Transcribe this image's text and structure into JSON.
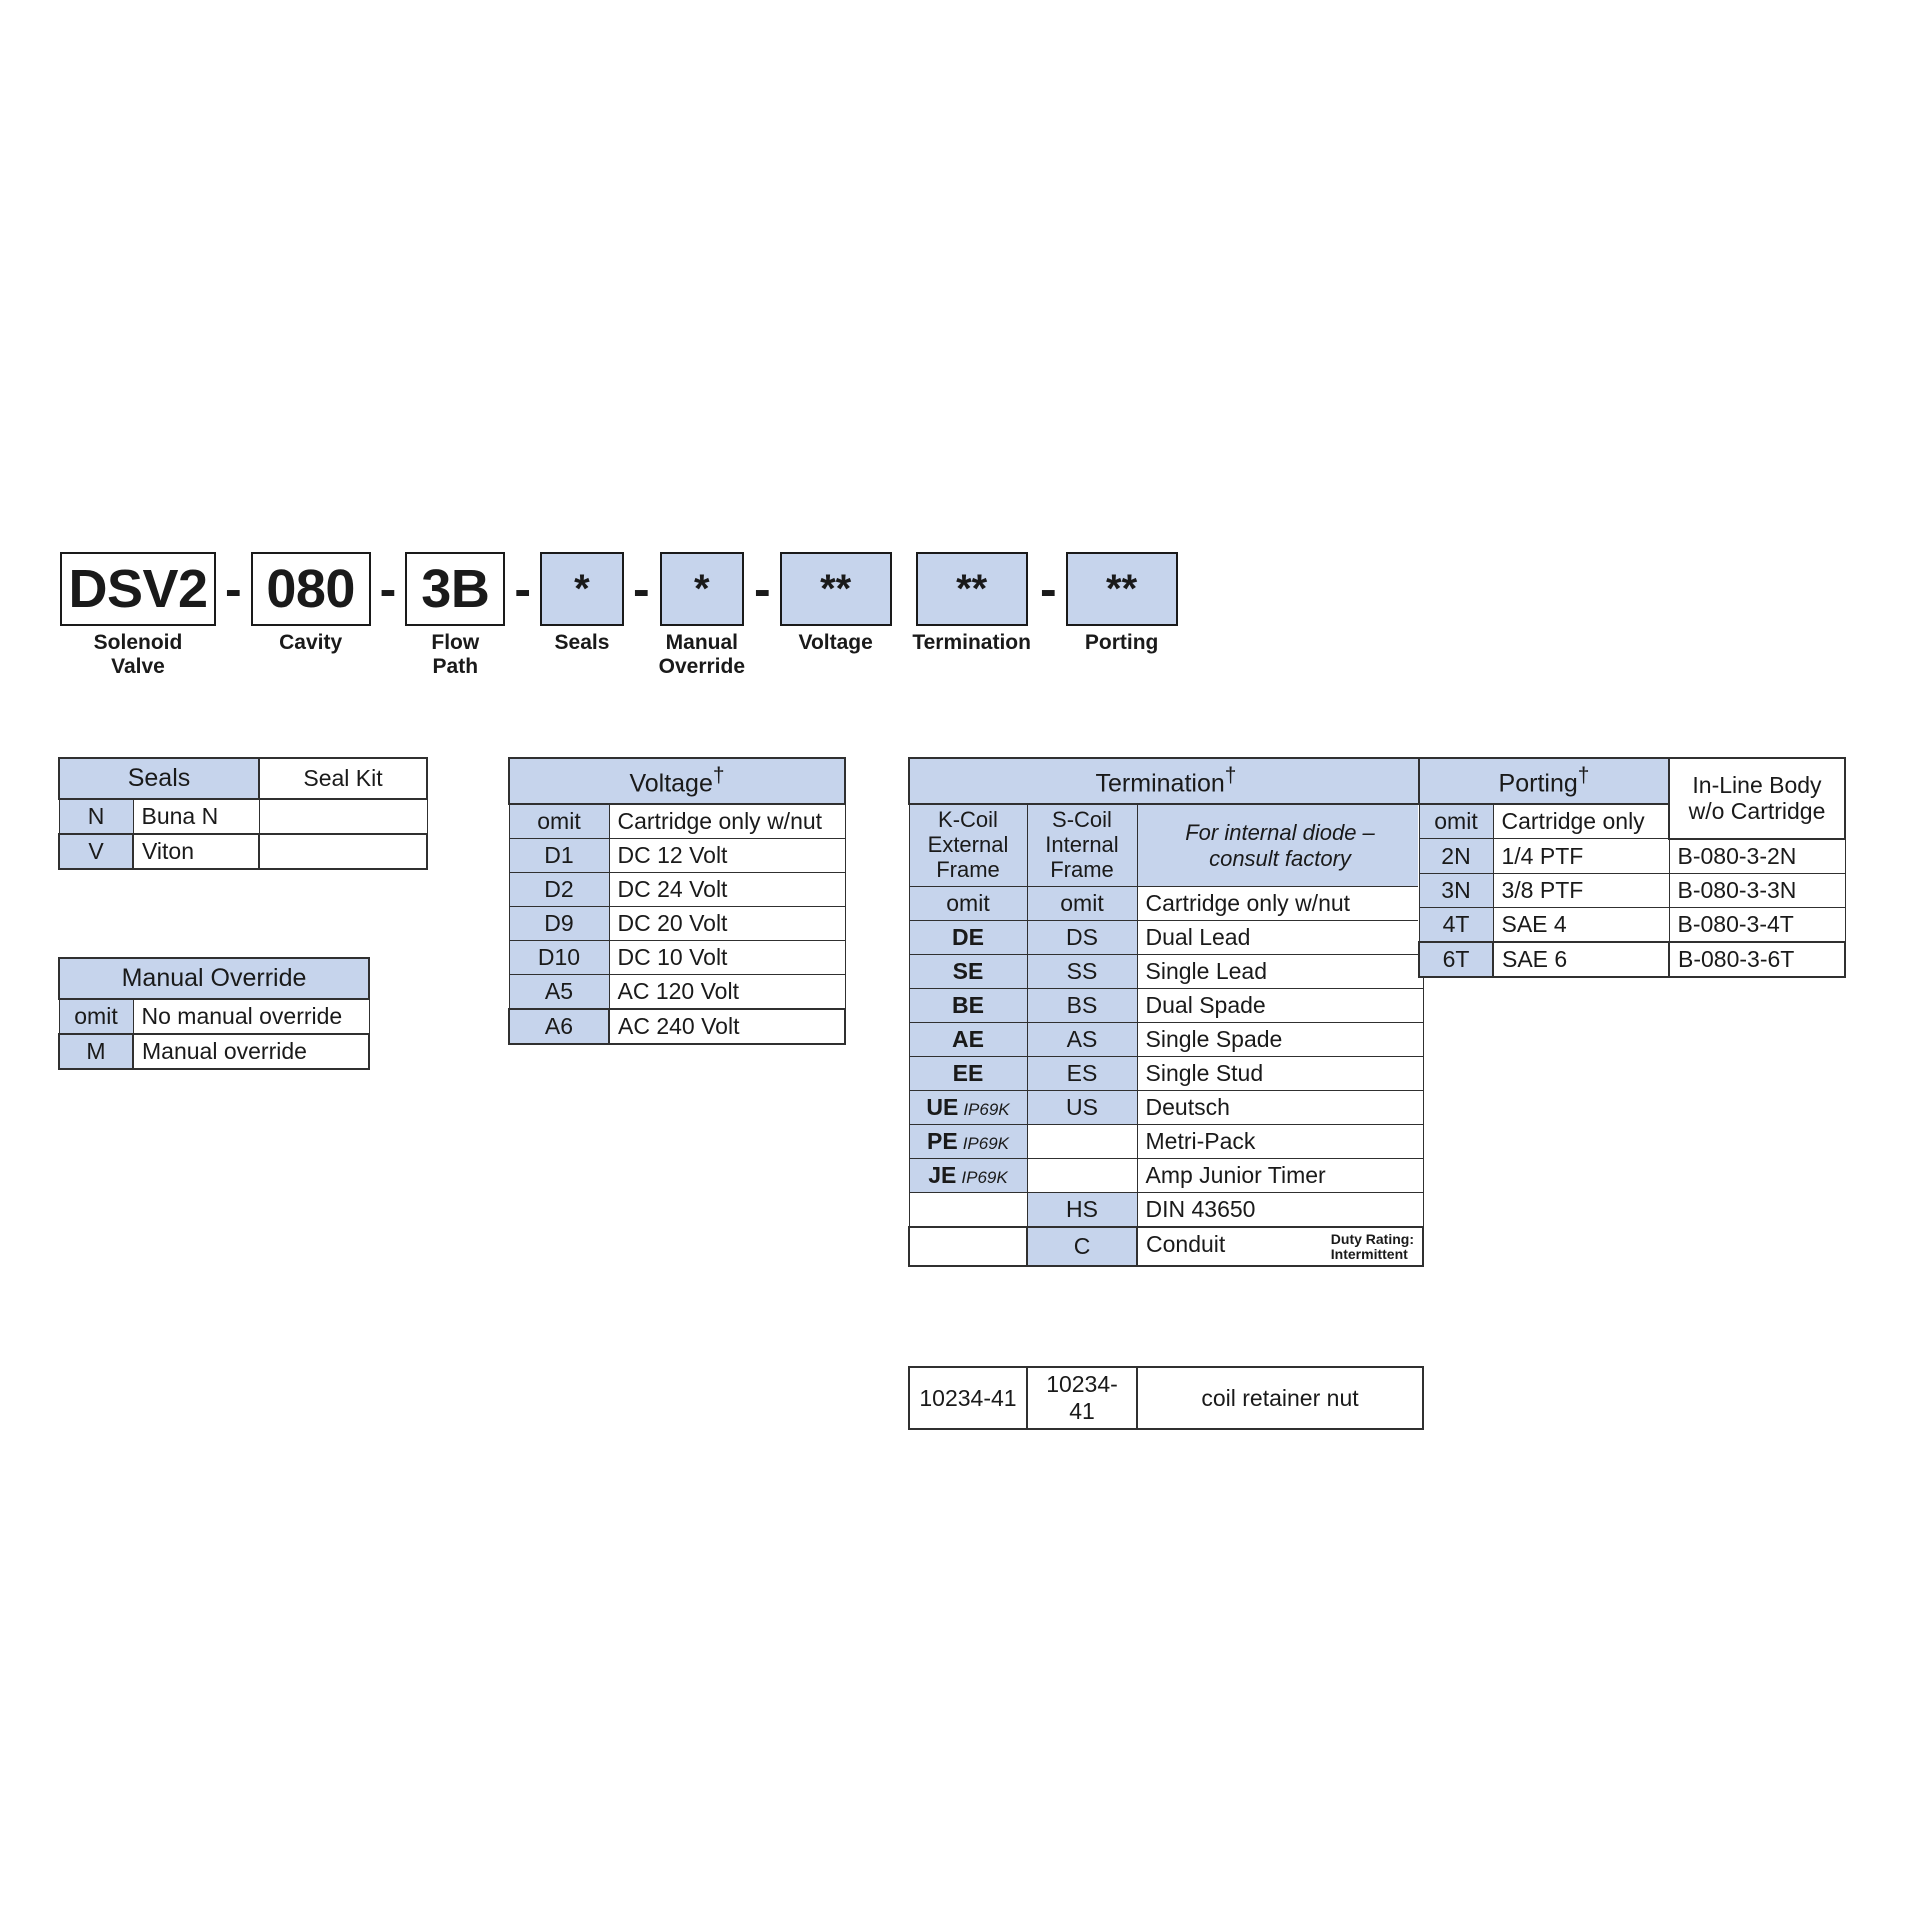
{
  "model_code": {
    "segments": [
      {
        "code": "DSV2",
        "caption": "Solenoid\nValve",
        "style": "plain",
        "width": "w-dsv2",
        "sep": "-"
      },
      {
        "code": "080",
        "caption": "Cavity",
        "style": "plain",
        "width": "w-080",
        "sep": "-"
      },
      {
        "code": "3B",
        "caption": "Flow\nPath",
        "style": "plain",
        "width": "w-3b",
        "sep": "-"
      },
      {
        "code": "*",
        "caption": "Seals",
        "style": "blue",
        "width": "w-star",
        "sep": "-"
      },
      {
        "code": "*",
        "caption": "Manual\nOverride",
        "style": "blue",
        "width": "w-star",
        "sep": "-"
      },
      {
        "code": "**",
        "caption": "Voltage",
        "style": "blue",
        "width": "w-star2",
        "sep": ""
      },
      {
        "code": "**",
        "caption": "Termination",
        "style": "blue",
        "width": "w-star2",
        "sep": "-"
      },
      {
        "code": "**",
        "caption": "Porting",
        "style": "blue",
        "width": "w-star2",
        "sep": ""
      }
    ]
  },
  "seals_table": {
    "title": "Seals",
    "seal_kit_header": "Seal Kit",
    "rows": [
      {
        "code": "N",
        "desc": "Buna N",
        "kit": ""
      },
      {
        "code": "V",
        "desc": "Viton",
        "kit": ""
      }
    ]
  },
  "manual_override_table": {
    "title": "Manual Override",
    "rows": [
      {
        "code": "omit",
        "desc": "No manual override"
      },
      {
        "code": "M",
        "desc": "Manual override"
      }
    ]
  },
  "voltage_table": {
    "title": "Voltage",
    "title_mark": "†",
    "rows": [
      {
        "code": "omit",
        "desc": "Cartridge only w/nut"
      },
      {
        "code": "D1",
        "desc": "DC  12 Volt"
      },
      {
        "code": "D2",
        "desc": "DC  24 Volt"
      },
      {
        "code": "D9",
        "desc": "DC  20 Volt"
      },
      {
        "code": "D10",
        "desc": "DC  10 Volt"
      },
      {
        "code": "A5",
        "desc": "AC 120 Volt"
      },
      {
        "code": "A6",
        "desc": "AC 240 Volt"
      }
    ]
  },
  "termination_table": {
    "title": "Termination",
    "title_mark": "†",
    "col_k": "K-Coil\nExternal\nFrame",
    "col_s": "S-Coil\nInternal\nFrame",
    "col_note": "For internal diode –\nconsult factory",
    "rows": [
      {
        "k": "omit",
        "k_ip": "",
        "s": "omit",
        "desc": "Cartridge only w/nut",
        "duty": ""
      },
      {
        "k": "DE",
        "k_ip": "",
        "s": "DS",
        "desc": "Dual Lead",
        "duty": ""
      },
      {
        "k": "SE",
        "k_ip": "",
        "s": "SS",
        "desc": "Single Lead",
        "duty": ""
      },
      {
        "k": "BE",
        "k_ip": "",
        "s": "BS",
        "desc": "Dual Spade",
        "duty": ""
      },
      {
        "k": "AE",
        "k_ip": "",
        "s": "AS",
        "desc": "Single Spade",
        "duty": ""
      },
      {
        "k": "EE",
        "k_ip": "",
        "s": "ES",
        "desc": "Single Stud",
        "duty": ""
      },
      {
        "k": "UE",
        "k_ip": "IP69K",
        "s": "US",
        "desc": "Deutsch",
        "duty": ""
      },
      {
        "k": "PE",
        "k_ip": "IP69K",
        "s": "",
        "desc": "Metri-Pack",
        "duty": ""
      },
      {
        "k": "JE",
        "k_ip": "IP69K",
        "s": "",
        "desc": "Amp Junior Timer",
        "duty": ""
      },
      {
        "k": "",
        "k_ip": "",
        "s": "HS",
        "desc": "DIN 43650",
        "duty": ""
      },
      {
        "k": "",
        "k_ip": "",
        "s": "C",
        "desc": "Conduit",
        "duty": "Duty Rating:\nIntermittent"
      }
    ]
  },
  "retainer_table": {
    "k_part": "10234-41",
    "s_part": "10234-41",
    "desc": "coil retainer nut"
  },
  "porting_table": {
    "title": "Porting",
    "title_mark": "†",
    "inline_body_header": "In-Line Body\nw/o Cartridge",
    "rows": [
      {
        "code": "omit",
        "desc": "Cartridge only",
        "body": ""
      },
      {
        "code": "2N",
        "desc": "1/4 PTF",
        "body": "B-080-3-2N"
      },
      {
        "code": "3N",
        "desc": "3/8 PTF",
        "body": "B-080-3-3N"
      },
      {
        "code": "4T",
        "desc": "SAE 4",
        "body": "B-080-3-4T"
      },
      {
        "code": "6T",
        "desc": "SAE 6",
        "body": "B-080-3-6T"
      }
    ]
  },
  "colors": {
    "accent_blue": "#c6d4ec",
    "border": "#303030",
    "text": "#1a1a1a",
    "background": "#ffffff"
  }
}
